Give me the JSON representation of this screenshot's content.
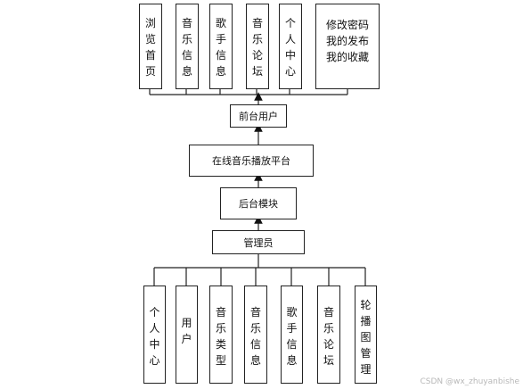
{
  "top_modules": [
    {
      "chars": [
        "浏",
        "览",
        "首",
        "页"
      ]
    },
    {
      "chars": [
        "音",
        "乐",
        "信",
        "息"
      ]
    },
    {
      "chars": [
        "歌",
        "手",
        "信",
        "息"
      ]
    },
    {
      "chars": [
        "音",
        "乐",
        "论",
        "坛"
      ]
    },
    {
      "chars": [
        "个",
        "人",
        "中",
        "心"
      ]
    },
    {
      "lines": [
        "修改密码",
        "我的发布",
        "我的收藏"
      ]
    }
  ],
  "front_user": "前台用户",
  "platform": "在线音乐播放平台",
  "backend": "后台模块",
  "admin": "管理员",
  "bottom_modules": [
    {
      "chars": [
        "个",
        "人",
        "中",
        "心"
      ]
    },
    {
      "chars": [
        "用",
        "户"
      ]
    },
    {
      "chars": [
        "音",
        "乐",
        "类",
        "型"
      ]
    },
    {
      "chars": [
        "音",
        "乐",
        "信",
        "息"
      ]
    },
    {
      "chars": [
        "歌",
        "手",
        "信",
        "息"
      ]
    },
    {
      "chars": [
        "音",
        "乐",
        "论",
        "坛"
      ]
    },
    {
      "chars": [
        "轮",
        "播",
        "图",
        "管",
        "理"
      ]
    }
  ],
  "watermark": "CSDN @wx_zhuyanbishe"
}
